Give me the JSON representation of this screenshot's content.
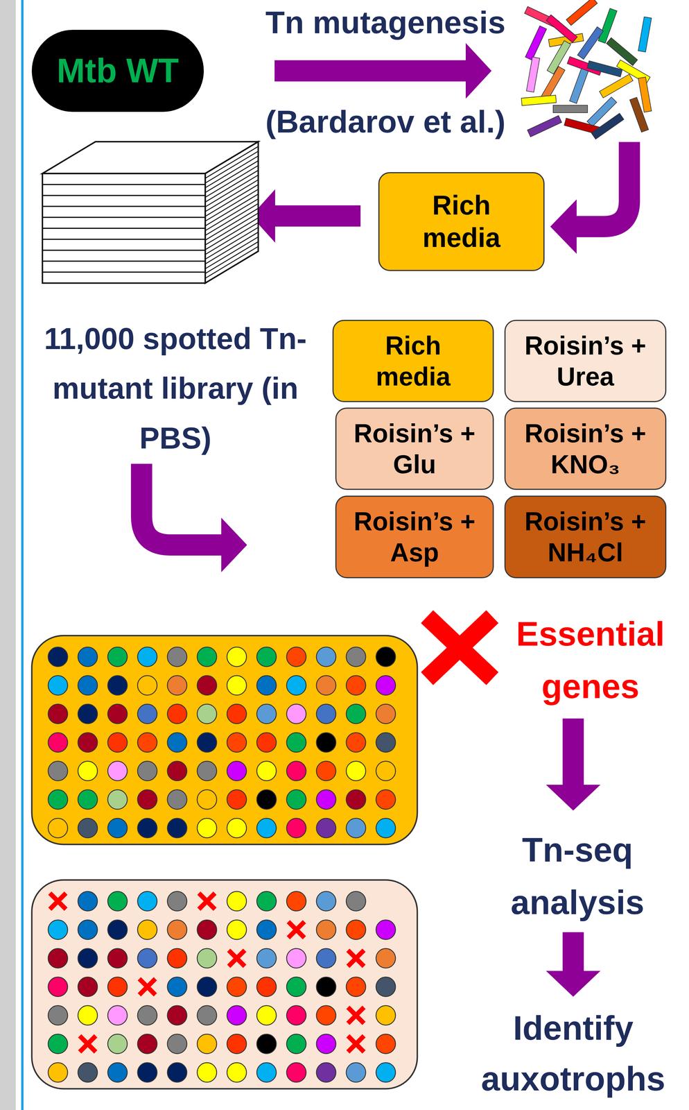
{
  "diagram": {
    "nodes": [
      {
        "text": [
          "Mtb WT"
        ]
      },
      {
        "text": [
          "Rich media"
        ]
      },
      {
        "text": [
          "Rich media"
        ]
      },
      {
        "text": [
          "Roisin’s + Urea"
        ]
      },
      {
        "text": [
          "Roisin’s + Glu"
        ]
      },
      {
        "text": [
          "Roisin’s + KNO₃"
        ]
      },
      {
        "text": [
          "Roisin’s + Asp"
        ]
      },
      {
        "text": [
          "Roisin’s + NH₄Cl"
        ]
      }
    ],
    "labels": [
      "Tn mutagenesis",
      "(Bardarov et al.)",
      "11,000 spotted Tn-mutant library (in PBS)",
      "Essential genes",
      "Tn-seq analysis",
      "Identify auxotrophs"
    ]
  }
}
